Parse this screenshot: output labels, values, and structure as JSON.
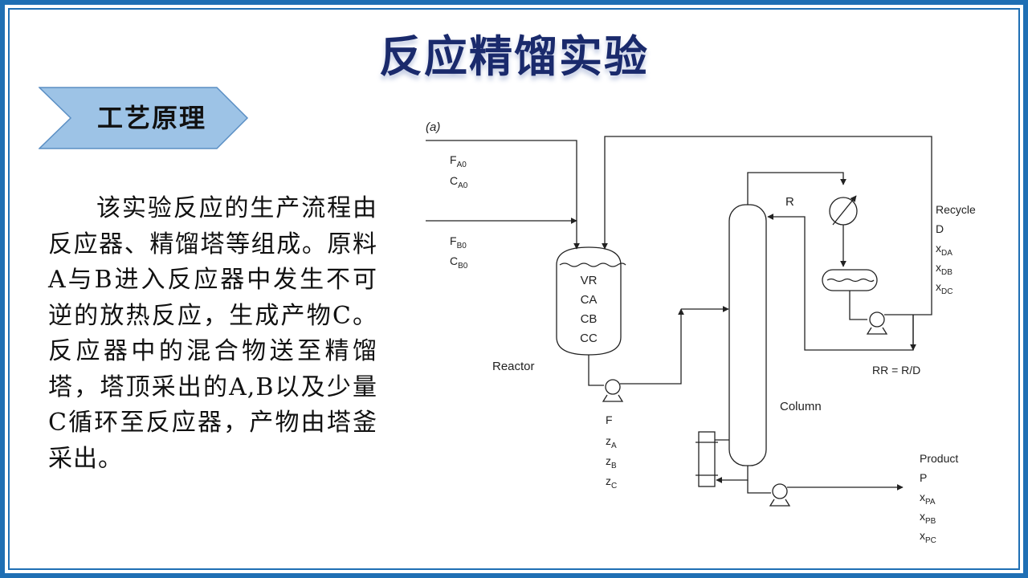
{
  "title": "反应精馏实验",
  "section_tag": "工艺原理",
  "description": "该实验反应的生产流程由反应器、精馏塔等组成。原料A与B进入反应器中发生不可逆的放热反应，生成产物C。反应器中的混合物送至精馏塔，塔顶采出的A,B以及少量C循环至反应器，产物由塔釜采出。",
  "colors": {
    "frame": "#1f6fb4",
    "title": "#1a2a6c",
    "tag_fill": "#9dc3e6",
    "tag_stroke": "#5b8fc4"
  },
  "diagram": {
    "panel_label": "(a)",
    "feed_a": {
      "f": "F",
      "f_sub": "A0",
      "c": "C",
      "c_sub": "A0"
    },
    "feed_b": {
      "f": "F",
      "f_sub": "B0",
      "c": "C",
      "c_sub": "B0"
    },
    "reactor": {
      "label": "Reactor",
      "vars": [
        "VR",
        "CA",
        "CB",
        "CC"
      ]
    },
    "reactor_outlet": {
      "f": "F",
      "z": "z",
      "subs": [
        "A",
        "B",
        "C"
      ]
    },
    "column_label": "Column",
    "reflux_label": "R",
    "recycle": {
      "title": "Recycle",
      "symbol": "D",
      "x": "x",
      "subs": [
        "DA",
        "DB",
        "DC"
      ]
    },
    "reflux_ratio": "RR = R/D",
    "product": {
      "title": "Product",
      "symbol": "P",
      "x": "x",
      "subs": [
        "PA",
        "PB",
        "PC"
      ]
    }
  }
}
